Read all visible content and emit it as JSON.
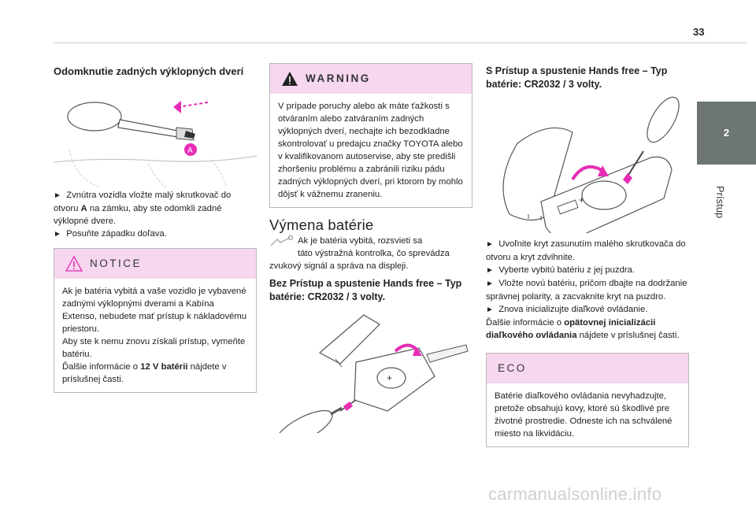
{
  "page": {
    "number": "33",
    "tab_number": "2",
    "tab_label": "Prístup"
  },
  "left": {
    "heading": "Odomknutie zadných výklopných dverí",
    "steps": [
      "Zvnútra vozidla vložte malý skrutkovač do otvoru",
      "A",
      "na zámku, aby ste odomkli zadné výklopné dvere.",
      "Posuňte západku doľava."
    ],
    "image_marker": "A",
    "notice": {
      "title": "NOTICE",
      "text1": "Ak je batéria vybitá a vaše vozidlo je vybavené zadnými výklopnými dverami a Kabína Extenso, nebudete mať prístup k nákladovému priestoru.",
      "text2": "Aby ste k nemu znovu získali prístup, vymeňte batériu.",
      "text3": "Ďalšie informácie o",
      "text3_bold": "12 V batérii",
      "text3_end": "nájdete v príslušnej časti."
    }
  },
  "middle": {
    "warning": {
      "title": "WARNING",
      "text": "V prípade poruchy alebo ak máte ťažkosti s otváraním alebo zatváraním zadných výklopných dverí, nechajte ich bezodkladne skontrolovať u predajcu značky TOYOTA alebo v kvalifikovanom autoservise, aby ste predišli zhoršeniu problému a zabránili riziku pádu zadných výklopných dverí, pri ktorom by mohlo dôjsť k vážnemu zraneniu."
    },
    "section_title": "Výmena batérie",
    "intro1": "Ak je batéria vybitá, rozsvieti sa",
    "intro2": "táto výstražná kontrolka, čo sprevádza zvukový signál a správa na displeji.",
    "sub_heading": "Bez Prístup a spustenie Hands free – Typ batérie: CR2032 / 3 volty."
  },
  "right": {
    "heading": "S Prístup a spustenie Hands free – Typ batérie: CR2032 / 3 volty.",
    "steps": [
      "Uvoľnite kryt zasunutím malého skrutkovača do otvoru a kryt zdvihnite.",
      "Vyberte vybitú batériu z jej puzdra.",
      "Vložte novú batériu, pričom dbajte na dodržanie správnej polarity, a zacvaknite kryt na puzdro.",
      "Znova inicializujte diaľkové ovládanie."
    ],
    "more1": "Ďalšie informácie o",
    "more_bold": "opätovnej inicializácii diaľkového ovládania",
    "more2": "nájdete v príslušnej časti.",
    "eco": {
      "title": "ECO",
      "text": "Batérie diaľkového ovládania nevyhadzujte, pretože obsahujú kovy, ktoré sú škodlivé pre životné prostredie. Odneste ich na schválené miesto na likvidáciu."
    }
  },
  "watermark": "carmanualsonline.info",
  "colors": {
    "accent": "#e62db5",
    "notice_bg": "#f6d7ef",
    "tab_bg": "#6e7575"
  }
}
